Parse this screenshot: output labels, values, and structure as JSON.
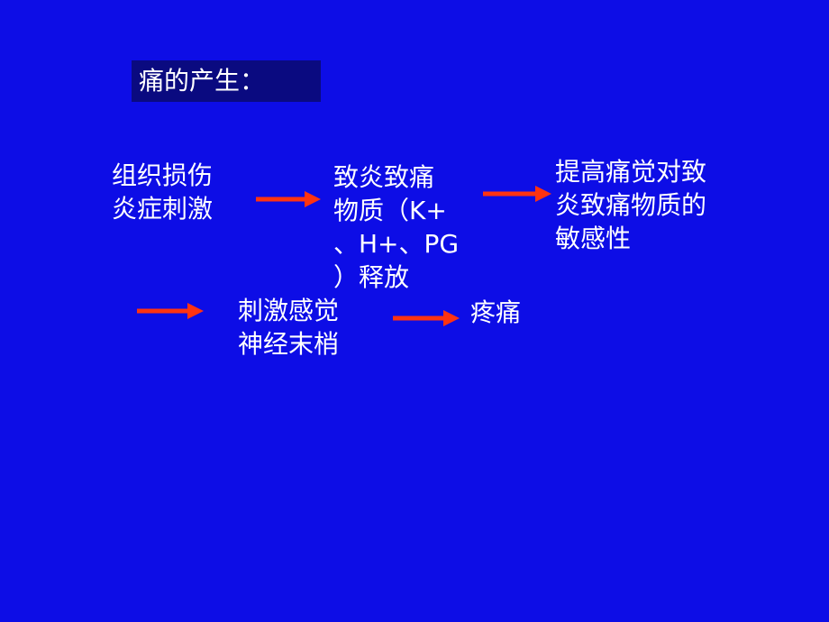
{
  "title": "痛的产生：",
  "nodes": {
    "tissue": [
      "组织损伤",
      "炎症刺激"
    ],
    "mediator": [
      "致炎致痛",
      "物质（K+",
      "、H+、PG",
      "）释放"
    ],
    "sensitivity": [
      "提高痛觉对致",
      "炎致痛物质的",
      "敏感性"
    ],
    "nerve": [
      "刺激感觉",
      "神经末梢"
    ],
    "pain": [
      "疼痛"
    ]
  },
  "colors": {
    "background": "#0d0de6",
    "title_box": "#0a0a80",
    "arrow": "#ff3311",
    "text": "#ffffff"
  },
  "icons": [
    "arrow-right-icon"
  ]
}
